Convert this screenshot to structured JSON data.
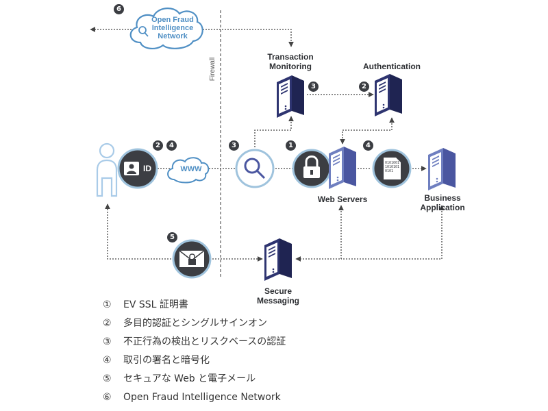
{
  "nodes": {
    "transaction_monitoring": "Transaction\nMonitoring",
    "authentication": "Authentication",
    "web_servers": "Web Servers",
    "business_application": "Business\nApplication",
    "secure_messaging": "Secure\nMessaging",
    "fraud_network": "Open Fraud\nIntelligence\nNetwork",
    "www": "WWW",
    "id": "ID"
  },
  "firewall_label": "Firewall",
  "badges": {
    "fraud": "6",
    "transaction": "3",
    "auth": "2",
    "user_2": "2",
    "user_4": "4",
    "search": "3",
    "ssl": "1",
    "data_sign": "4",
    "mail": "5"
  },
  "file_icon_text": "0101001\n1010101\n0101",
  "legend": [
    {
      "num": "①",
      "text": "EV SSL 証明書"
    },
    {
      "num": "②",
      "text": "多目的認証とシングルサインオン"
    },
    {
      "num": "③",
      "text": "不正行為の検出とリスクベースの認証"
    },
    {
      "num": "④",
      "text": "取引の署名と暗号化"
    },
    {
      "num": "⑤",
      "text": "セキュアな Web と電子メール"
    },
    {
      "num": "⑥",
      "text": "Open Fraud Intelligence Network"
    }
  ],
  "colors": {
    "navy": "#2e3470",
    "server_light": "#4a56a0",
    "cloud_blue": "#4f8fc4",
    "dark_circle": "#3c3e43",
    "ring_blue": "#9fc3dd",
    "user_blue": "#a9cbe8"
  }
}
